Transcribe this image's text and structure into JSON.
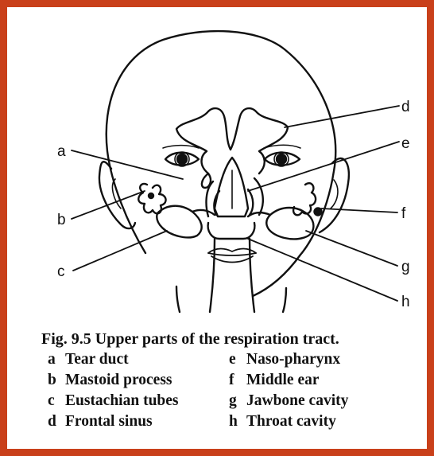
{
  "figure": {
    "title": "Fig. 9.5 Upper parts of the respiration tract.",
    "colors": {
      "border": "#c9401a",
      "ink": "#111111"
    }
  },
  "labels": {
    "a": "a",
    "b": "b",
    "c": "c",
    "d": "d",
    "e": "e",
    "f": "f",
    "g": "g",
    "h": "h"
  },
  "legend": [
    {
      "key": "a",
      "text": "Tear duct"
    },
    {
      "key": "e",
      "text": "Naso-pharynx"
    },
    {
      "key": "b",
      "text": "Mastoid process"
    },
    {
      "key": "f",
      "text": "Middle ear"
    },
    {
      "key": "c",
      "text": "Eustachian tubes"
    },
    {
      "key": "g",
      "text": "Jawbone cavity"
    },
    {
      "key": "d",
      "text": "Frontal sinus"
    },
    {
      "key": "h",
      "text": "Throat cavity"
    }
  ]
}
